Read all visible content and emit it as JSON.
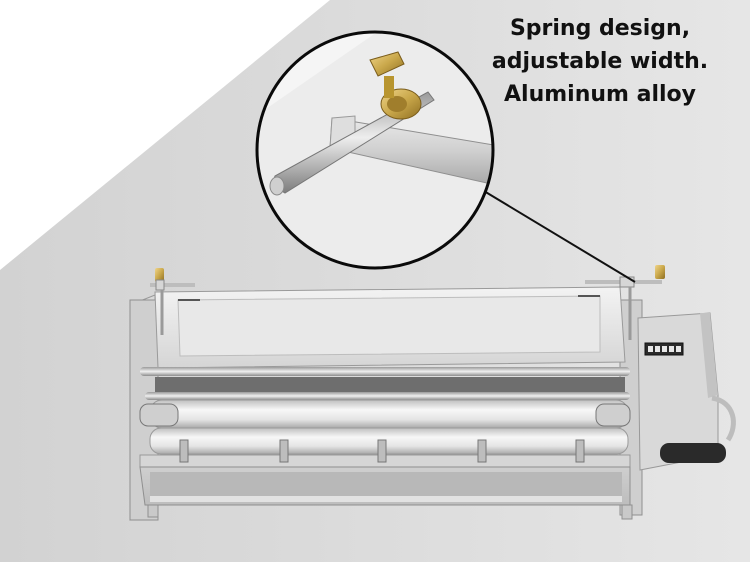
{
  "caption": {
    "line1": "Spring design,",
    "line2": "adjustable width.",
    "line3": "Aluminum alloy"
  },
  "display": {
    "counter": ""
  },
  "colors": {
    "background_gray": "#dcdcdc",
    "brass": "#c9a74a",
    "steel": "#c8c8c8",
    "handle": "#2a2a2a"
  }
}
